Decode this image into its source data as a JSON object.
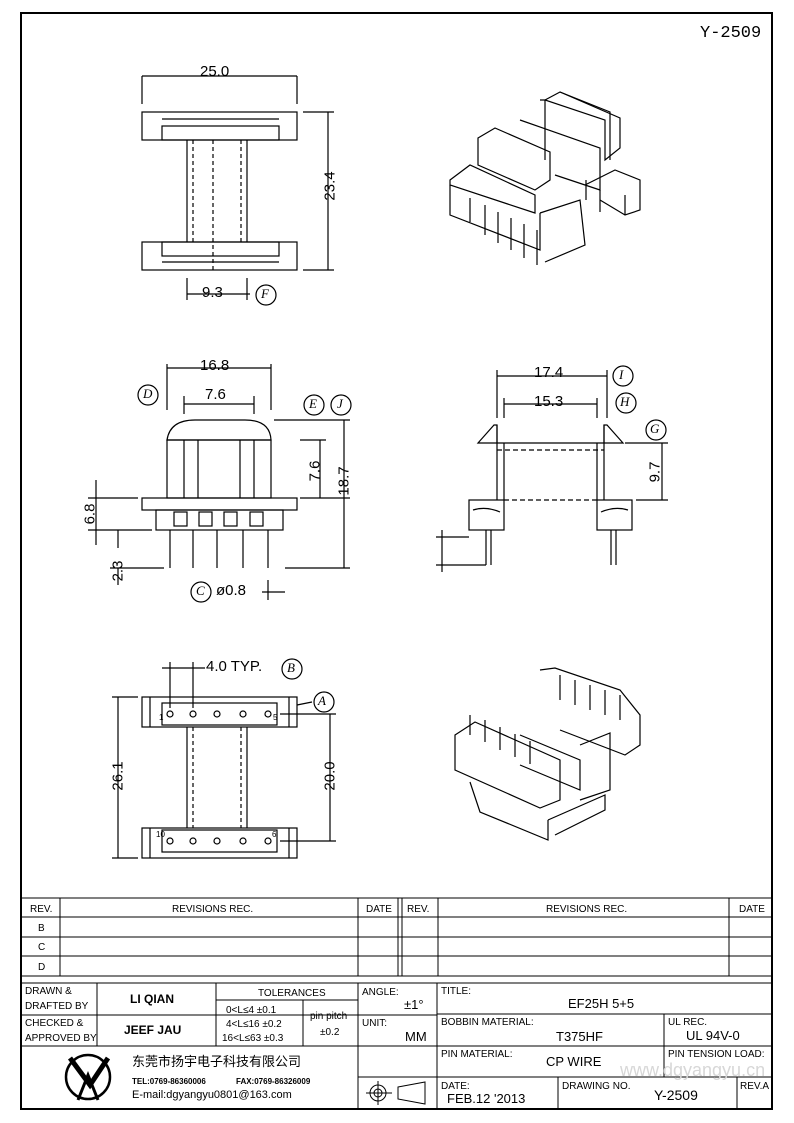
{
  "drawing_no_top": "Y-2509",
  "dims": {
    "top_width": "25.0",
    "top_height": "23.4",
    "top_inner": "9.3",
    "front_width": "16.8",
    "front_inner": "7.6",
    "front_h1": "7.6",
    "front_h2": "18.7",
    "front_base": "6.8",
    "front_pin": "2.3",
    "pin_dia": "ø0.8",
    "side_w1": "17.4",
    "side_w2": "15.3",
    "side_h": "9.7",
    "bottom_pitch": "4.0 TYP.",
    "bottom_h1": "26.1",
    "bottom_h2": "20.0"
  },
  "labels": {
    "a": "A",
    "b": "B",
    "c": "C",
    "d": "D",
    "e": "E",
    "f": "F",
    "g": "G",
    "h": "H",
    "i": "I",
    "j": "J"
  },
  "pin_numbers": {
    "p1": "1",
    "p5": "5",
    "p10": "10",
    "p6": "6"
  },
  "revisions": {
    "rev_header": "REV.",
    "revisions_header": "REVISIONS   REC.",
    "date_header": "DATE",
    "rows": [
      "B",
      "C",
      "D"
    ]
  },
  "title_block": {
    "drawn_label_1": "DRAWN &",
    "drawn_label_2": "DRAFTED BY",
    "drawn_value": "LI QIAN",
    "checked_label_1": "CHECKED &",
    "checked_label_2": "APPROVED BY",
    "checked_value": "JEEF JAU",
    "tolerances_label": "TOLERANCES",
    "tol_1": "0<L≤4    ±0.1",
    "tol_2": "4<L≤16  ±0.2",
    "tol_3": "16<L≤63 ±0.3",
    "pin_pitch_label": "pin pitch",
    "pin_pitch_value": "±0.2",
    "angle_label": "ANGLE:",
    "angle_value": "±1°",
    "unit_label": "UNIT:",
    "unit_value": "MM",
    "title_label": "TITLE:",
    "title_value": "EF25H  5+5",
    "bobbin_label": "BOBBIN MATERIAL:",
    "bobbin_value": "T375HF",
    "ul_label": "UL REC.",
    "ul_value": "UL  94V-0",
    "pin_material_label": "PIN MATERIAL:",
    "pin_material_value": "CP  WIRE",
    "pin_tension_label": "PIN TENSION LOAD:",
    "date_label": "DATE:",
    "date_value": "FEB.12  '2013",
    "drawing_no_label": "DRAWING NO.",
    "drawing_no_value": "Y-2509",
    "rev_label": "REV.A",
    "company_name": "东莞市扬宇电子科技有限公司",
    "tel": "TEL:0769-86360006",
    "fax": "FAX:0769-86326009",
    "email": "E-mail:dgyangyu0801@163.com",
    "watermark": "www.dgyangyu.cn"
  }
}
